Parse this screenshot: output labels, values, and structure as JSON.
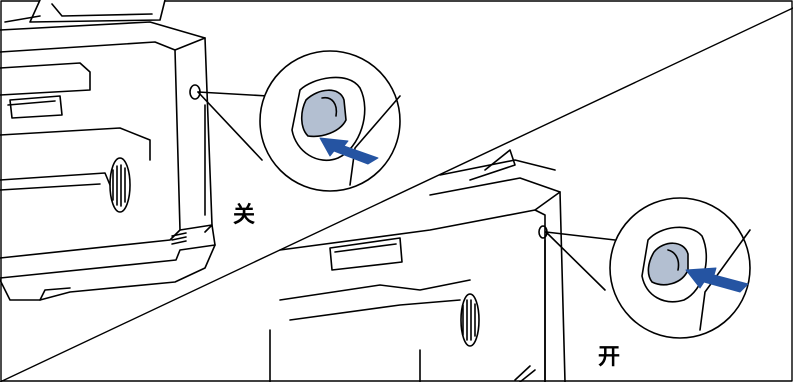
{
  "figure": {
    "panels": [
      {
        "id": "off",
        "state_label": "关",
        "switch_position": "off"
      },
      {
        "id": "on",
        "state_label": "开",
        "switch_position": "on"
      }
    ],
    "colors": {
      "line": "#000000",
      "background": "#ffffff",
      "rocker": "#b3bfd1",
      "arrow": "#2554a2"
    },
    "icons": [
      "printer-illustration",
      "power-switch-callout",
      "push-arrow"
    ]
  }
}
